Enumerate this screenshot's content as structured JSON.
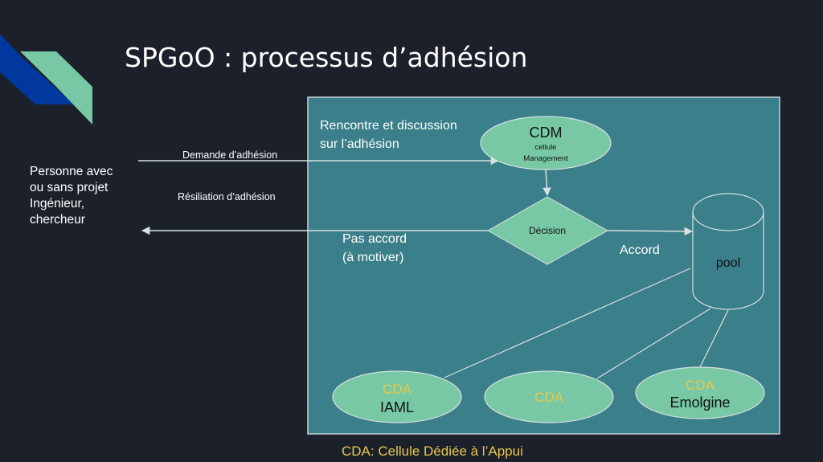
{
  "slide": {
    "title": "SPGoO : processus d’adhésion",
    "footnote": "CDA: Cellule Dédiée à l’Appui",
    "colors": {
      "background": "#1b202a",
      "panel": "#3a7f8a",
      "node_fill": "#78c8a6",
      "accent_yellow": "#e8c84a",
      "deco_blue": "#0038a0",
      "line": "#d8e2e2"
    }
  },
  "actor": {
    "lines": [
      "Personne avec",
      "ou sans projet",
      "Ingénieur,",
      "chercheur"
    ]
  },
  "edges": {
    "request": "Demande d’adhésion",
    "termination": "Résiliation d’adhésion",
    "rejected_line1": "Pas accord",
    "rejected_line2": "(à motiver)",
    "accepted": "Accord"
  },
  "panel": {
    "caption_line1": "Rencontre et discussion",
    "caption_line2": "sur l’adhésion"
  },
  "nodes": {
    "cdm": {
      "title": "CDM",
      "sub1": "cellule",
      "sub2": "Management"
    },
    "decision": {
      "label": "Décision"
    },
    "pool": {
      "label": "pool"
    },
    "cda_items": [
      {
        "tag": "CDA",
        "name": "IAML"
      },
      {
        "tag": "CDA",
        "name": ""
      },
      {
        "tag": "CDA",
        "name": "Emolgine"
      }
    ]
  }
}
